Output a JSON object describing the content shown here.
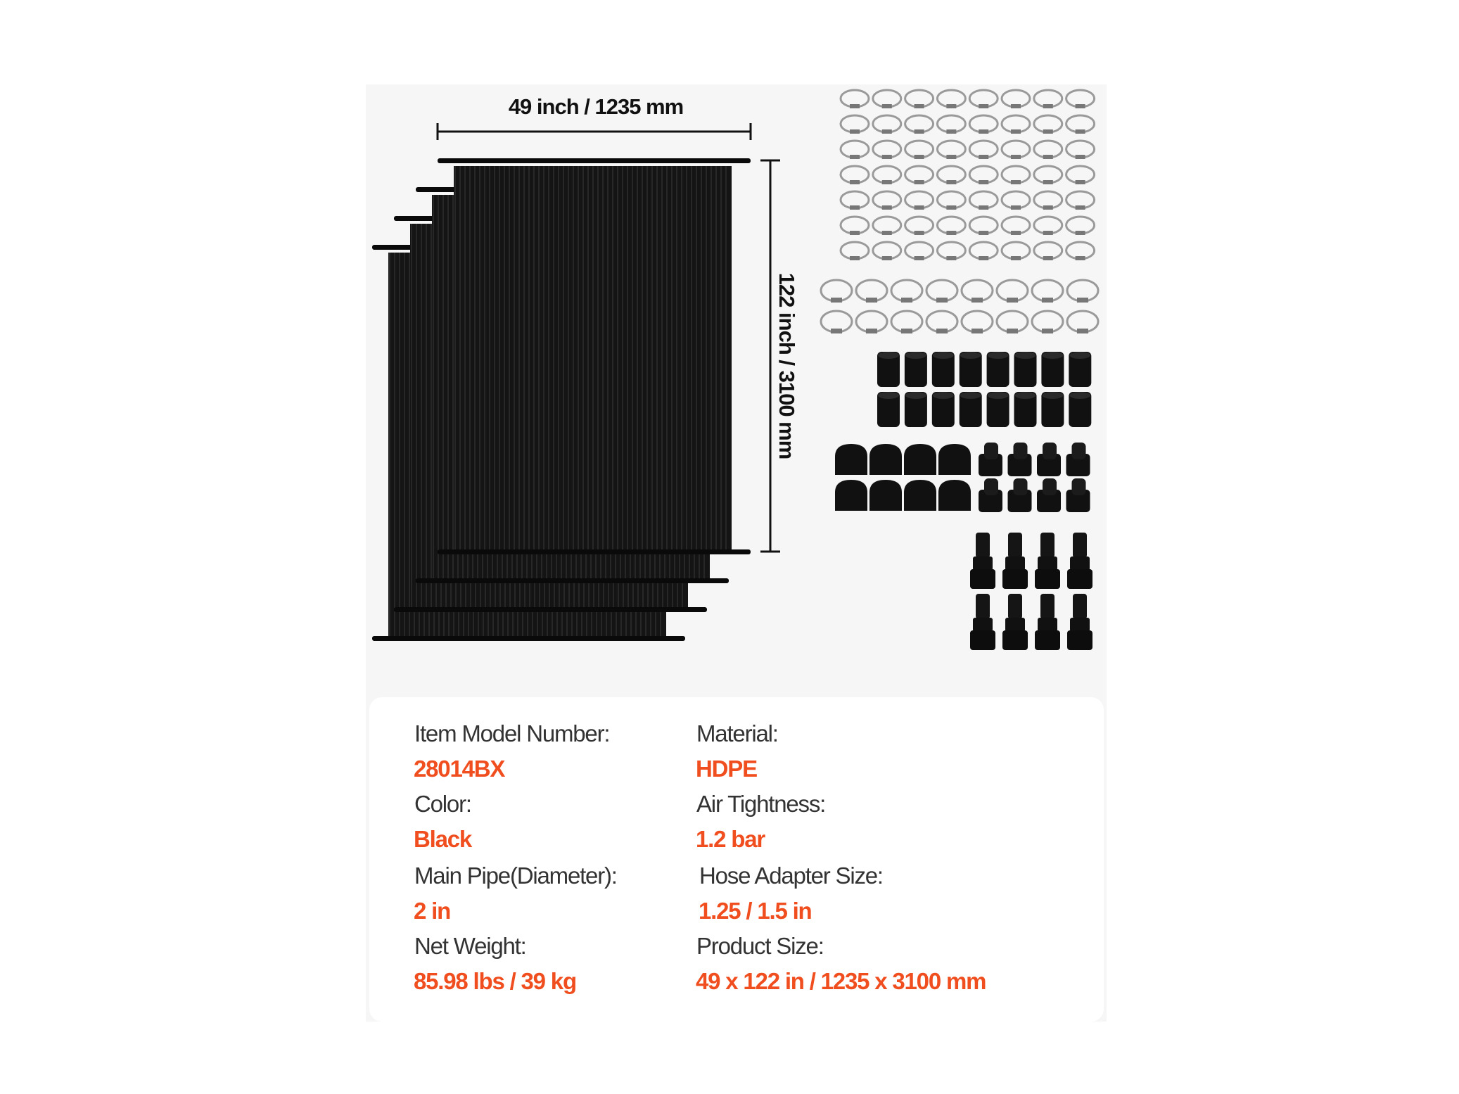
{
  "dimensions": {
    "width_label": "49 inch / 1235 mm",
    "height_label": "122 inch / 3100 mm"
  },
  "specs": [
    {
      "label": "Item Model Number:",
      "value": "28014BX"
    },
    {
      "label": "Material:",
      "value": "HDPE"
    },
    {
      "label": "Color:",
      "value": "Black"
    },
    {
      "label": "Air Tightness:",
      "value": "1.2 bar"
    },
    {
      "label": "Main Pipe(Diameter):",
      "value": "2 in"
    },
    {
      "label": "Hose Adapter Size:",
      "value": "1.25 / 1.5 in"
    },
    {
      "label": "Net Weight:",
      "value": "85.98 lbs / 39 kg"
    },
    {
      "label": "Product Size:",
      "value": "49 x 122 in / 1235 x 3100 mm"
    }
  ],
  "colors": {
    "accent": "#f04e1f",
    "label": "#333333",
    "panel_bg": "#f6f6f6"
  }
}
